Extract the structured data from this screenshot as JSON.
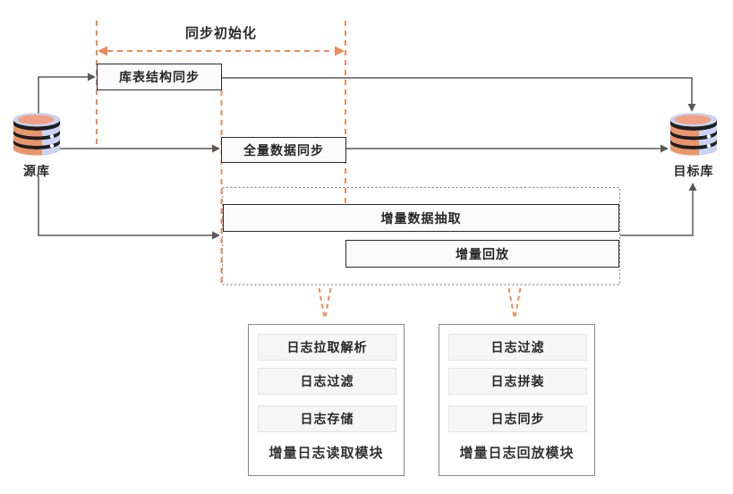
{
  "timeline": {
    "label": "同步初始化"
  },
  "source_db": {
    "label": "源库"
  },
  "target_db": {
    "label": "目标库"
  },
  "steps": {
    "schema_sync": "库表结构同步",
    "full_sync": "全量数据同步",
    "incr_extract": "增量数据抽取",
    "incr_replay": "增量回放"
  },
  "modules": [
    {
      "title": "增量日志读取模块",
      "items": [
        "日志拉取解析",
        "日志过滤",
        "日志存储"
      ]
    },
    {
      "title": "增量日志回放模块",
      "items": [
        "日志过滤",
        "日志拼装",
        "日志同步"
      ]
    }
  ],
  "colors": {
    "accent_orange": "#ED8A5A",
    "db_blue": "#C9D4F8",
    "db_orange": "#F0905F",
    "db_orange_light": "#F1A183",
    "line_gray": "#595959",
    "box_border": "#2B2B2B",
    "dotted_border": "#8A8A8A"
  }
}
